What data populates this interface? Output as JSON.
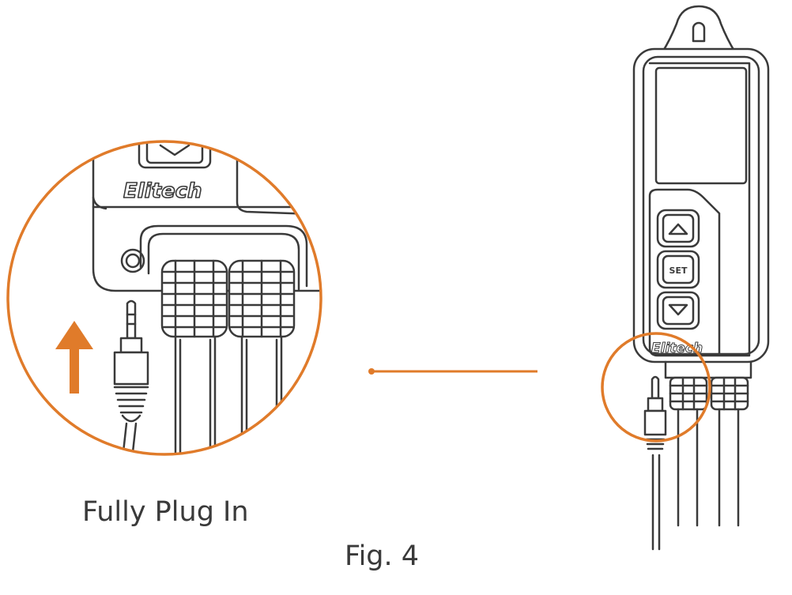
{
  "captions": {
    "plug_in": "Fully Plug In",
    "figure": "Fig. 4"
  },
  "device": {
    "brand": "Elitech",
    "buttons": [
      {
        "icon": "chevron-up-icon",
        "label": ""
      },
      {
        "icon": "",
        "label": "SET"
      },
      {
        "icon": "chevron-down-icon",
        "label": ""
      }
    ]
  },
  "colors": {
    "accent": "#e07b2a",
    "line": "#3a3a3a",
    "text": "#3a3a3a"
  }
}
